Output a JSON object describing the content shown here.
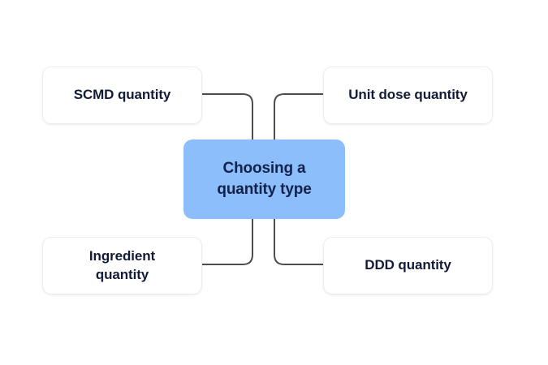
{
  "diagram": {
    "title": "Choosing a quantity type",
    "type": "mind-map",
    "background_color": "#ffffff",
    "center": {
      "id": "center",
      "label": "Choosing a\nquantity type",
      "fill_color": "#8cbefc",
      "text_color": "#13224a"
    },
    "nodes": [
      {
        "id": "scmd",
        "label": "SCMD quantity",
        "position": "top-left",
        "fill_color": "#ffffff",
        "border_color": "#ebedf0",
        "text_color": "#131c37"
      },
      {
        "id": "unit-dose",
        "label": "Unit dose quantity",
        "position": "top-right",
        "fill_color": "#ffffff",
        "border_color": "#ebedf0",
        "text_color": "#131c37"
      },
      {
        "id": "ingredient",
        "label": "Ingredient\nquantity",
        "position": "bottom-left",
        "fill_color": "#ffffff",
        "border_color": "#ebedf0",
        "text_color": "#131c37"
      },
      {
        "id": "ddd",
        "label": "DDD quantity",
        "position": "bottom-right",
        "fill_color": "#ffffff",
        "border_color": "#ebedf0",
        "text_color": "#131c37"
      }
    ],
    "connectors": {
      "stroke_color": "#4c4c55",
      "stroke_width": 2,
      "corner_radius": 12,
      "edges": [
        {
          "from": "scmd",
          "to": "center"
        },
        {
          "from": "unit-dose",
          "to": "center"
        },
        {
          "from": "ingredient",
          "to": "center"
        },
        {
          "from": "ddd",
          "to": "center"
        }
      ]
    }
  }
}
